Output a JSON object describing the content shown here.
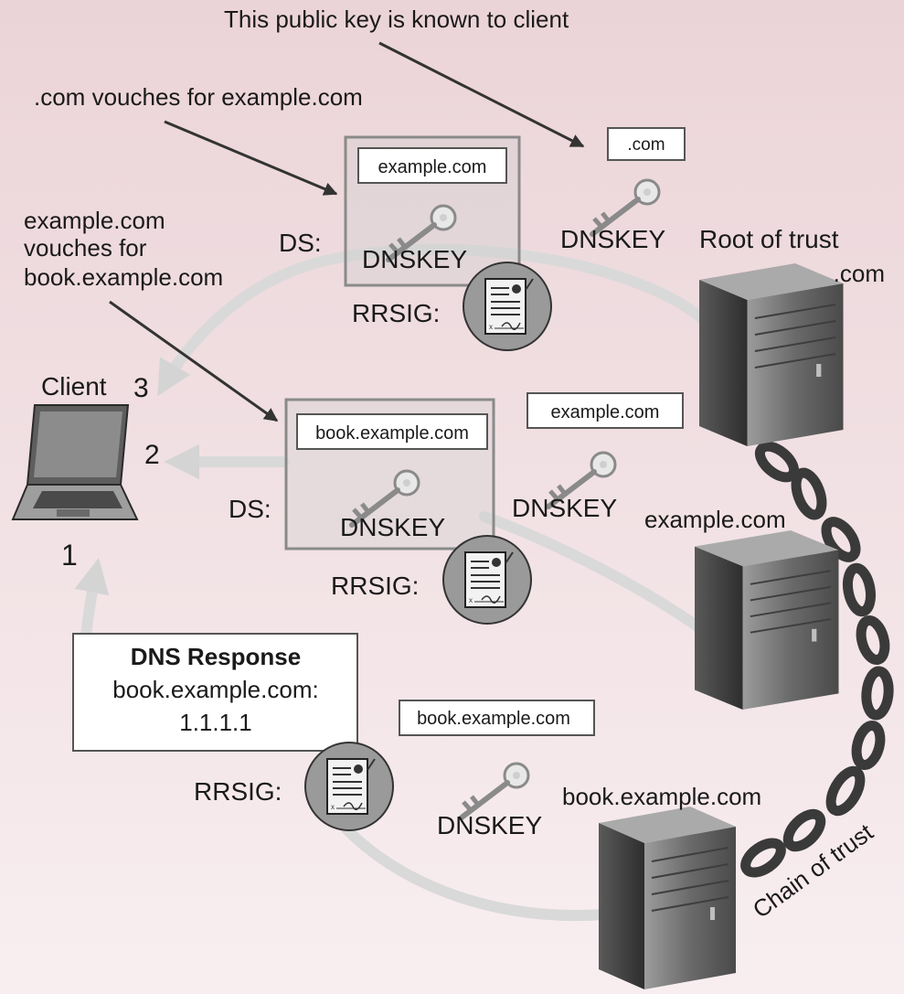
{
  "annotations": {
    "public_key_known": "This public key is known to client",
    "com_vouches": ".com vouches for example.com",
    "example_vouches_line1": "example.com",
    "example_vouches_line2": "vouches for",
    "example_vouches_line3": "book.example.com"
  },
  "client": {
    "label": "Client",
    "step1": "1",
    "step2": "2",
    "step3": "3"
  },
  "zone_com": {
    "ds_label": "DS:",
    "inner_box_label": "example.com",
    "dnskey_in_ds": "DNSKEY",
    "rrsig_label": "RRSIG:",
    "own_key_label": ".com",
    "own_dnskey": "DNSKEY",
    "root_of_trust": "Root of trust",
    "server_label": ".com"
  },
  "zone_example": {
    "ds_label": "DS:",
    "inner_box_label": "book.example.com",
    "dnskey_in_ds": "DNSKEY",
    "rrsig_label": "RRSIG:",
    "own_key_label": "example.com",
    "own_dnskey": "DNSKEY",
    "server_label": "example.com"
  },
  "zone_book": {
    "rrsig_label": "RRSIG:",
    "own_key_label": "book.example.com",
    "own_dnskey": "DNSKEY",
    "server_label": "book.example.com"
  },
  "dns_response": {
    "title": "DNS Response",
    "line1": "book.example.com:",
    "line2": "1.1.1.1"
  },
  "chain_label": "Chain of trust",
  "colors": {
    "background_top": "#ecd6da",
    "background_bottom": "#f7ecee",
    "arc": "#d9d9d9",
    "server_body": "#6e6e6e",
    "chain": "#3a3a3a"
  },
  "icons": [
    "laptop-icon",
    "key-icon",
    "signed-document-icon",
    "server-icon",
    "chain-icon"
  ]
}
